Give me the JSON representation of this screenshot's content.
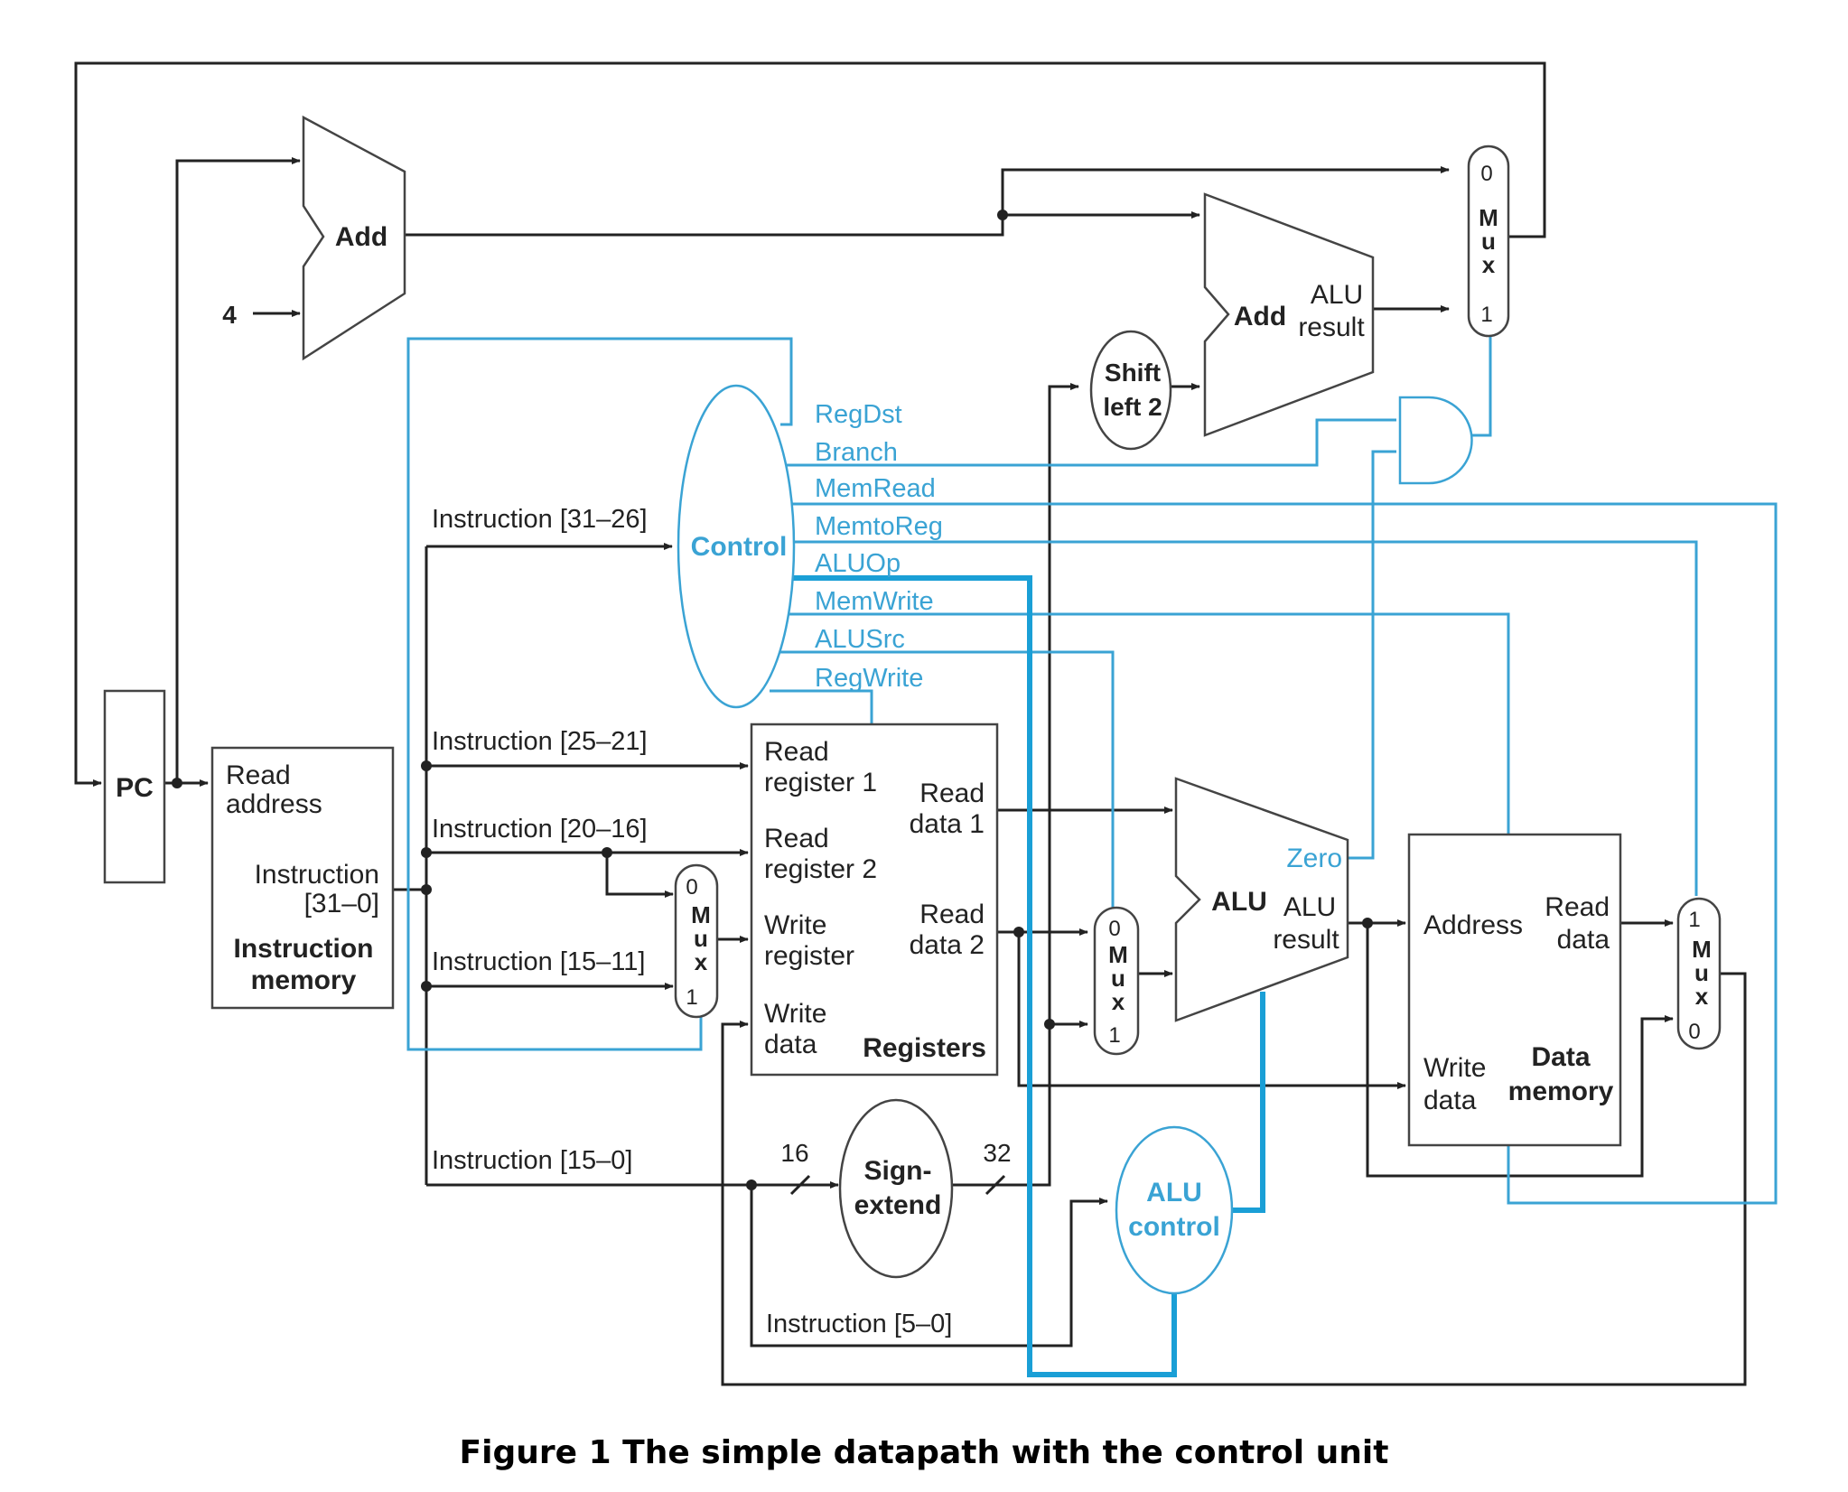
{
  "caption": "Figure 1 The simple datapath with the control unit",
  "blocks": {
    "pc": "PC",
    "add_top": "Add",
    "four": "4",
    "add_branch": "Add",
    "alu_result_1": "ALU",
    "alu_result_2": "result",
    "shift_1": "Shift",
    "shift_2": "left 2",
    "control": "Control",
    "sign_1": "Sign-",
    "sign_2": "extend",
    "alu_control_1": "ALU",
    "alu_control_2": "control",
    "alu": "ALU",
    "alu_out_1": "ALU",
    "alu_out_2": "result",
    "zero": "Zero"
  },
  "mux": {
    "letters": [
      "M",
      "u",
      "x"
    ],
    "zero": "0",
    "one": "1"
  },
  "instruction_memory": {
    "read_1": "Read",
    "read_2": "address",
    "instr_1": "Instruction",
    "instr_2": "[31–0]",
    "name_1": "Instruction",
    "name_2": "memory"
  },
  "registers": {
    "rr1_1": "Read",
    "rr1_2": "register 1",
    "rr2_1": "Read",
    "rr2_2": "register 2",
    "wr_1": "Write",
    "wr_2": "register",
    "wd_1": "Write",
    "wd_2": "data",
    "rd1_1": "Read",
    "rd1_2": "data 1",
    "rd2_1": "Read",
    "rd2_2": "data 2",
    "name": "Registers"
  },
  "data_memory": {
    "address": "Address",
    "rd_1": "Read",
    "rd_2": "data",
    "wd_1": "Write",
    "wd_2": "data",
    "name_1": "Data",
    "name_2": "memory"
  },
  "instruction_fields": {
    "f31_26": "Instruction [31–26]",
    "f25_21": "Instruction [25–21]",
    "f20_16": "Instruction [20–16]",
    "f15_11": "Instruction [15–11]",
    "f15_0": "Instruction [15–0]",
    "f5_0": "Instruction [5–0]"
  },
  "widths": {
    "in": "16",
    "out": "32"
  },
  "control_signals": [
    "RegDst",
    "Branch",
    "MemRead",
    "MemtoReg",
    "ALUOp",
    "MemWrite",
    "ALUSrc",
    "RegWrite"
  ],
  "colors": {
    "control": "#3aa3d4",
    "datapath": "#222222"
  }
}
